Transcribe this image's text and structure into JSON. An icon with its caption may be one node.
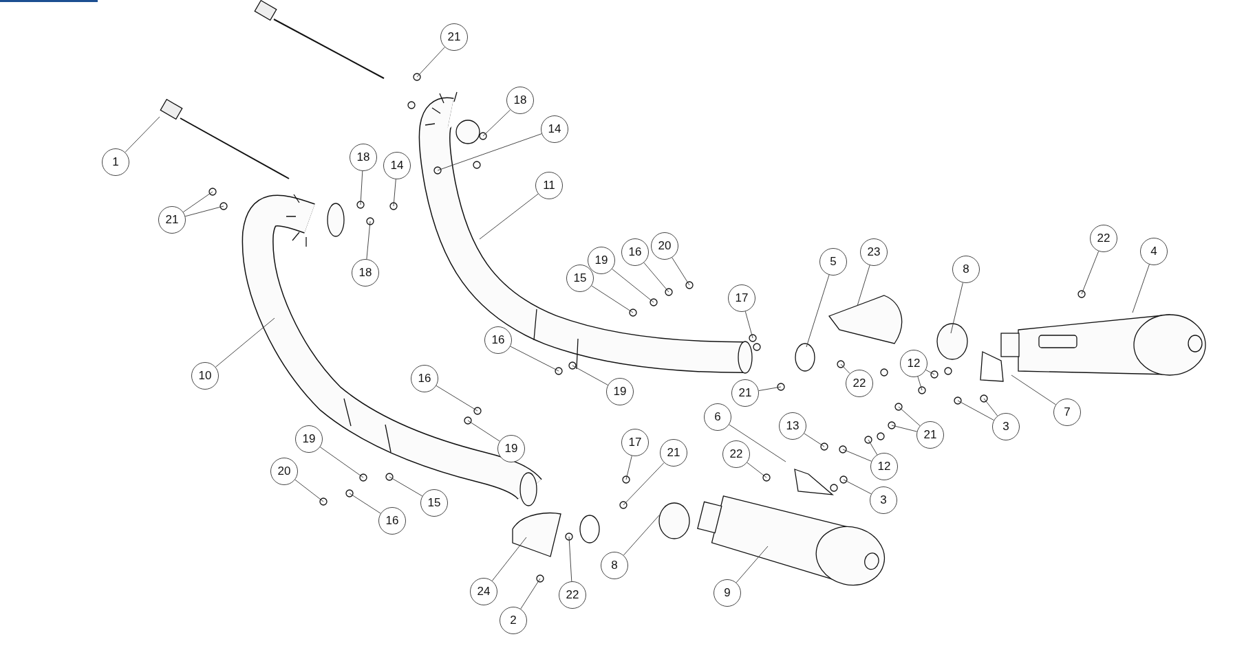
{
  "diagram": {
    "nodes": [
      {
        "text": [
          "21"
        ]
      },
      {
        "text": [
          "18"
        ]
      },
      {
        "text": [
          "14"
        ]
      },
      {
        "text": [
          "18"
        ]
      },
      {
        "text": [
          "1"
        ]
      },
      {
        "text": [
          "14"
        ]
      },
      {
        "text": [
          "11"
        ]
      },
      {
        "text": [
          "21"
        ]
      },
      {
        "text": [
          "20"
        ]
      },
      {
        "text": [
          "22"
        ]
      },
      {
        "text": [
          "23"
        ]
      },
      {
        "text": [
          "16"
        ]
      },
      {
        "text": [
          "4"
        ]
      },
      {
        "text": [
          "19"
        ]
      },
      {
        "text": [
          "5"
        ]
      },
      {
        "text": [
          "8"
        ]
      },
      {
        "text": [
          "18"
        ]
      },
      {
        "text": [
          "15"
        ]
      },
      {
        "text": [
          "17"
        ]
      },
      {
        "text": [
          "16"
        ]
      },
      {
        "text": [
          "12"
        ]
      },
      {
        "text": [
          "10"
        ]
      },
      {
        "text": [
          "16"
        ]
      },
      {
        "text": [
          "22"
        ]
      },
      {
        "text": [
          "19"
        ]
      },
      {
        "text": [
          "21"
        ]
      },
      {
        "text": [
          "7"
        ]
      },
      {
        "text": [
          "6"
        ]
      },
      {
        "text": [
          "13"
        ]
      },
      {
        "text": [
          "3"
        ]
      },
      {
        "text": [
          "21"
        ]
      },
      {
        "text": [
          "19"
        ]
      },
      {
        "text": [
          "17"
        ]
      },
      {
        "text": [
          "19"
        ]
      },
      {
        "text": [
          "21"
        ]
      },
      {
        "text": [
          "22"
        ]
      },
      {
        "text": [
          "12"
        ]
      },
      {
        "text": [
          "20"
        ]
      },
      {
        "text": [
          "3"
        ]
      },
      {
        "text": [
          "15"
        ]
      },
      {
        "text": [
          "16"
        ]
      },
      {
        "text": [
          "8"
        ]
      },
      {
        "text": [
          "24"
        ]
      },
      {
        "text": [
          "9"
        ]
      },
      {
        "text": [
          "22"
        ]
      },
      {
        "text": [
          "2"
        ]
      }
    ],
    "edges": [
      {
        "from": 0,
        "to": null,
        "arrow": "none"
      },
      {
        "from": 1,
        "to": null,
        "arrow": "none"
      },
      {
        "from": 2,
        "to": null,
        "arrow": "none"
      },
      {
        "from": 3,
        "to": null,
        "arrow": "none"
      },
      {
        "from": 4,
        "to": null,
        "arrow": "none"
      },
      {
        "from": 5,
        "to": null,
        "arrow": "none"
      },
      {
        "from": 6,
        "to": null,
        "arrow": "none"
      },
      {
        "from": 7,
        "to": null,
        "arrow": "none"
      },
      {
        "from": 7,
        "to": null,
        "arrow": "none"
      },
      {
        "from": 8,
        "to": null,
        "arrow": "none"
      },
      {
        "from": 9,
        "to": null,
        "arrow": "none"
      },
      {
        "from": 10,
        "to": null,
        "arrow": "none"
      },
      {
        "from": 11,
        "to": null,
        "arrow": "none"
      },
      {
        "from": 12,
        "to": null,
        "arrow": "none"
      },
      {
        "from": 13,
        "to": null,
        "arrow": "none"
      },
      {
        "from": 14,
        "to": null,
        "arrow": "none"
      },
      {
        "from": 15,
        "to": null,
        "arrow": "none"
      },
      {
        "from": 16,
        "to": null,
        "arrow": "none"
      },
      {
        "from": 17,
        "to": null,
        "arrow": "none"
      },
      {
        "from": 18,
        "to": null,
        "arrow": "none"
      },
      {
        "from": 19,
        "to": null,
        "arrow": "none"
      },
      {
        "from": 20,
        "to": null,
        "arrow": "none"
      },
      {
        "from": 20,
        "to": null,
        "arrow": "none"
      },
      {
        "from": 21,
        "to": null,
        "arrow": "none"
      },
      {
        "from": 22,
        "to": null,
        "arrow": "none"
      },
      {
        "from": 23,
        "to": null,
        "arrow": "none"
      },
      {
        "from": 24,
        "to": null,
        "arrow": "none"
      },
      {
        "from": 25,
        "to": null,
        "arrow": "none"
      },
      {
        "from": 26,
        "to": null,
        "arrow": "none"
      },
      {
        "from": 27,
        "to": null,
        "arrow": "none"
      },
      {
        "from": 28,
        "to": null,
        "arrow": "none"
      },
      {
        "from": 29,
        "to": null,
        "arrow": "none"
      },
      {
        "from": 29,
        "to": null,
        "arrow": "none"
      },
      {
        "from": 30,
        "to": null,
        "arrow": "none"
      },
      {
        "from": 30,
        "to": null,
        "arrow": "none"
      },
      {
        "from": 31,
        "to": null,
        "arrow": "none"
      },
      {
        "from": 32,
        "to": null,
        "arrow": "none"
      },
      {
        "from": 33,
        "to": null,
        "arrow": "none"
      },
      {
        "from": 34,
        "to": null,
        "arrow": "none"
      },
      {
        "from": 35,
        "to": null,
        "arrow": "none"
      },
      {
        "from": 36,
        "to": null,
        "arrow": "none"
      },
      {
        "from": 36,
        "to": null,
        "arrow": "none"
      },
      {
        "from": 37,
        "to": null,
        "arrow": "none"
      },
      {
        "from": 38,
        "to": null,
        "arrow": "none"
      },
      {
        "from": 39,
        "to": null,
        "arrow": "none"
      },
      {
        "from": 40,
        "to": null,
        "arrow": "none"
      },
      {
        "from": 41,
        "to": null,
        "arrow": "none"
      },
      {
        "from": 42,
        "to": null,
        "arrow": "none"
      },
      {
        "from": 43,
        "to": null,
        "arrow": "none"
      },
      {
        "from": 44,
        "to": null,
        "arrow": "none"
      },
      {
        "from": 45,
        "to": null,
        "arrow": "none"
      }
    ]
  }
}
